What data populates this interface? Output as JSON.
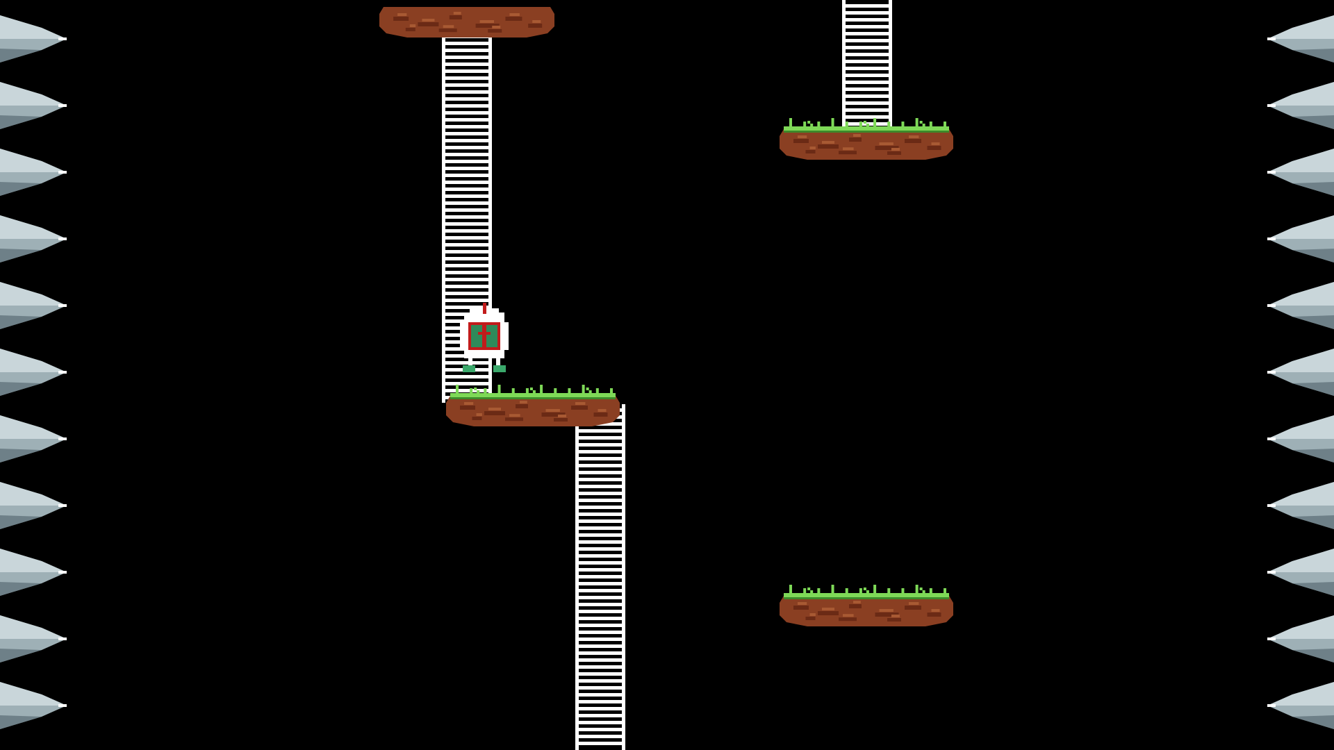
{
  "scene": {
    "background_color": "#000000",
    "palette": {
      "dirt": "#8a3f22",
      "dirt_dark": "#6b2a15",
      "dirt_light": "#a85a33",
      "grass": "#7ed957",
      "grass_dark": "#3d8a2a",
      "ladder": "#ffffff",
      "spike_light": "#c9d6da",
      "spike_mid": "#9eb0b6",
      "spike_dark": "#6e8088",
      "player_white": "#ffffff",
      "player_red": "#c21b1b",
      "player_green": "#2f8a5a",
      "player_feet": "#3aa86b"
    }
  },
  "hazards": {
    "left_wall_icon": "spike-wall-icon",
    "right_wall_icon": "spike-wall-icon",
    "spike_count_per_wall": 11
  },
  "entities": {
    "player_icon": "beetle-character-icon",
    "platform_icon": "grass-platform-icon",
    "ladder_icon": "ladder-icon",
    "platform_count": 4,
    "ladder_count": 3
  }
}
